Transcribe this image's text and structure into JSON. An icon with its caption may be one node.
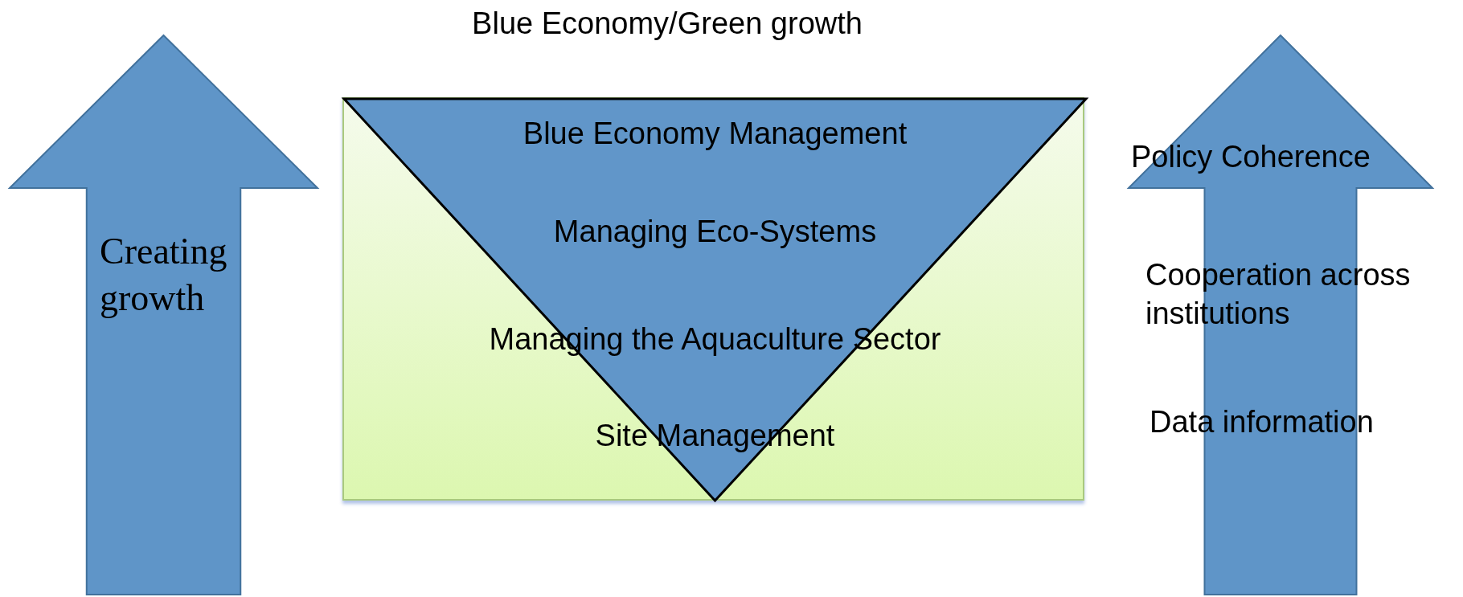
{
  "diagram": {
    "title": "Blue Economy/Green growth",
    "nodes": [
      {
        "text": [
          "Creating growth"
        ]
      },
      {
        "text": [],
        "shape": "box"
      },
      {
        "text": [
          "Blue Economy Management",
          "Managing Eco-Systems",
          "Managing the Aquaculture Sector",
          "Site Management"
        ],
        "in": 1
      },
      {
        "text": [
          "Policy Coherence",
          "Cooperation across institutions",
          "Data information"
        ]
      }
    ],
    "edges": []
  }
}
